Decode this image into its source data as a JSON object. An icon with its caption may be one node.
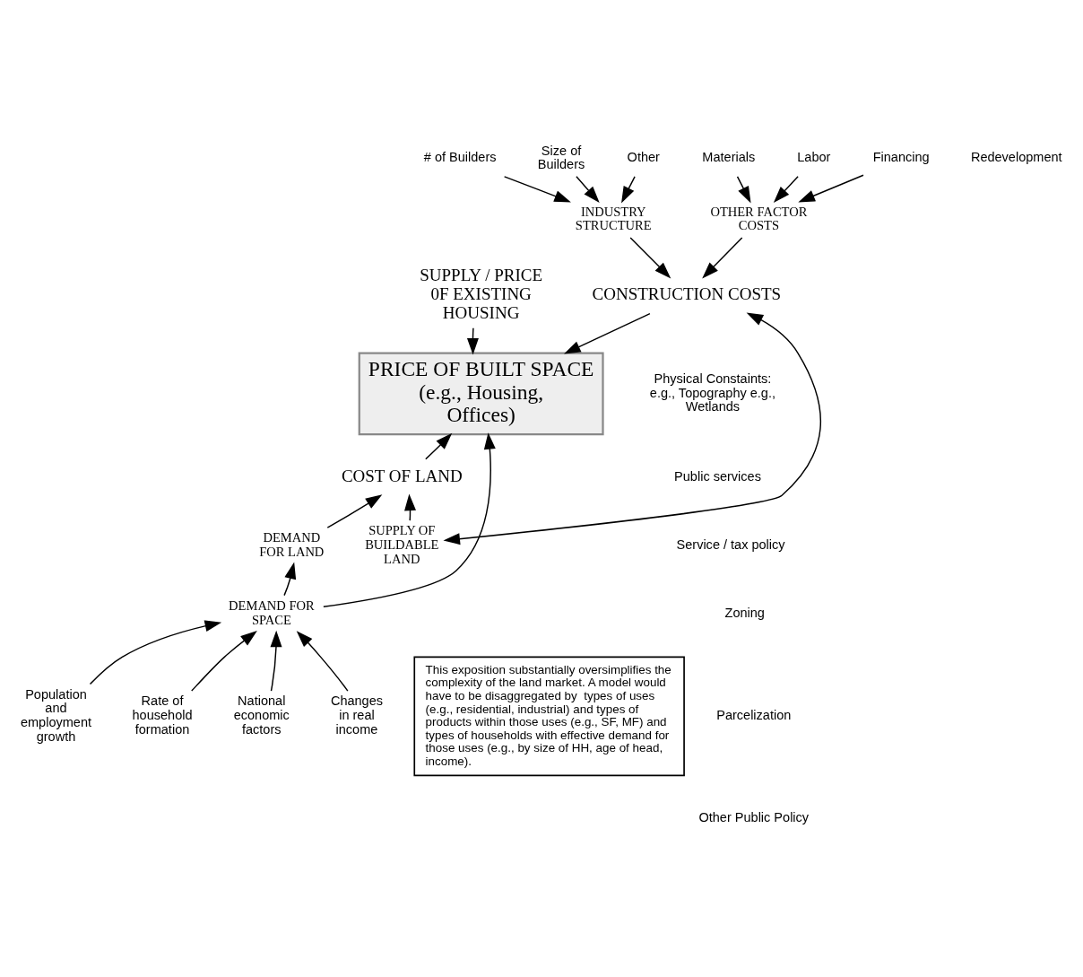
{
  "diagram": {
    "nodes": [
      {
        "text": [
          "# of Builders"
        ]
      },
      {
        "text": [
          "Size of Builders"
        ]
      },
      {
        "text": [
          "Other"
        ]
      },
      {
        "text": [
          "INDUSTRY STRUCTURE"
        ]
      },
      {
        "text": [
          "Materials"
        ]
      },
      {
        "text": [
          "Labor"
        ]
      },
      {
        "text": [
          "Financing"
        ]
      },
      {
        "text": [
          "OTHER FACTOR COSTS"
        ]
      },
      {
        "text": [
          "CONSTRUCTION COSTS"
        ]
      },
      {
        "text": [
          "SUPPLY / PRICE 0F EXISTING HOUSING"
        ]
      },
      {
        "text": [
          "PRICE OF BUILT SPACE (e.g., Housing, Offices)"
        ]
      },
      {
        "text": [
          "COST OF LAND"
        ]
      },
      {
        "text": [
          "DEMAND FOR LAND"
        ]
      },
      {
        "text": [
          "SUPPLY OF BUILDABLE LAND"
        ]
      },
      {
        "text": [
          "DEMAND FOR SPACE"
        ]
      },
      {
        "text": [
          "Population and employment growth"
        ]
      },
      {
        "text": [
          "Rate of household formation"
        ]
      },
      {
        "text": [
          "National economic factors"
        ]
      },
      {
        "text": [
          "Changes in real income"
        ]
      },
      {
        "text": [
          "This exposition substantially oversimplifies the complexity of the land market. A model would have to be disaggregated by  types of uses (e.g., residential, industrial) and types of products within those uses (e.g., SF, MF) and types of households with effective demand for those uses (e.g., by size of HH, age of head, income)."
        ]
      }
    ],
    "edges": [
      {
        "from": 1,
        "to": 3,
        "arrow": "to"
      },
      {
        "from": 0,
        "to": 3,
        "arrow": "to"
      },
      {
        "from": 2,
        "to": 3,
        "arrow": "to"
      },
      {
        "from": 5,
        "to": 7,
        "arrow": "to"
      },
      {
        "from": 4,
        "to": 7,
        "arrow": "to"
      },
      {
        "from": 6,
        "to": 7,
        "arrow": "to"
      },
      {
        "from": 3,
        "to": 8,
        "arrow": "to"
      },
      {
        "from": 7,
        "to": 8,
        "arrow": "to"
      },
      {
        "from": 9,
        "to": 10,
        "arrow": "to"
      },
      {
        "from": 8,
        "to": 10,
        "arrow": "to"
      },
      {
        "from": 11,
        "to": 10,
        "arrow": "to"
      },
      {
        "from": 13,
        "to": 8,
        "arrow": "both"
      },
      {
        "from": 12,
        "to": 11,
        "arrow": "to"
      },
      {
        "from": 13,
        "to": 11,
        "arrow": "to"
      },
      {
        "from": 14,
        "to": 12,
        "arrow": "to"
      },
      {
        "from": 14,
        "to": 10,
        "arrow": "to"
      },
      {
        "from": 15,
        "to": 14,
        "arrow": "to"
      },
      {
        "from": 16,
        "to": 14,
        "arrow": "to"
      },
      {
        "from": 17,
        "to": 14,
        "arrow": "to"
      },
      {
        "from": 18,
        "to": 14,
        "arrow": "to"
      }
    ],
    "labels": [
      "Redevelopment",
      "Physical Constaints: e.g., Topography e.g., Wetlands",
      "Public services",
      "Service / tax policy",
      "Zoning",
      "Parcelization",
      "Other Public Policy"
    ]
  }
}
